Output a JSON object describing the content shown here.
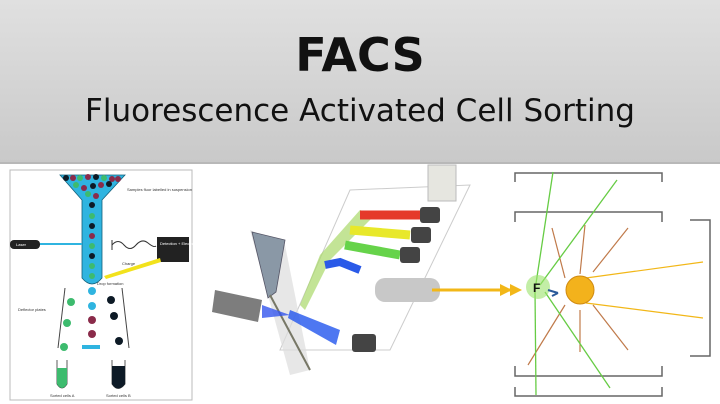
{
  "header": {
    "title": "FACS",
    "subtitle": "Fluorescence Activated Cell Sorting"
  },
  "left_diagram": {
    "samples_label": "Samples fluor labelled in suspension",
    "laser_label": "Laser",
    "detection_label": "Detection + Electronics",
    "charge_label": "Charge",
    "drop_label": "Drop formation",
    "deflector_label": "Deflector plates",
    "sorted_a_label": "Sorted cells A",
    "sorted_b_label": "Sorted cells B"
  },
  "right_diagram": {
    "fluor_label": "F"
  },
  "colors": {
    "fluid": "#2fb4e0",
    "green_cell": "#3dbb6e",
    "dark_cell": "#0d1a26",
    "red_cell": "#8a2b4a",
    "beam_yellow": "#f2b718",
    "scatter_orange": "#c07a4a",
    "fluor_green": "#66cc44",
    "cell_yellow": "#f3b21c"
  }
}
